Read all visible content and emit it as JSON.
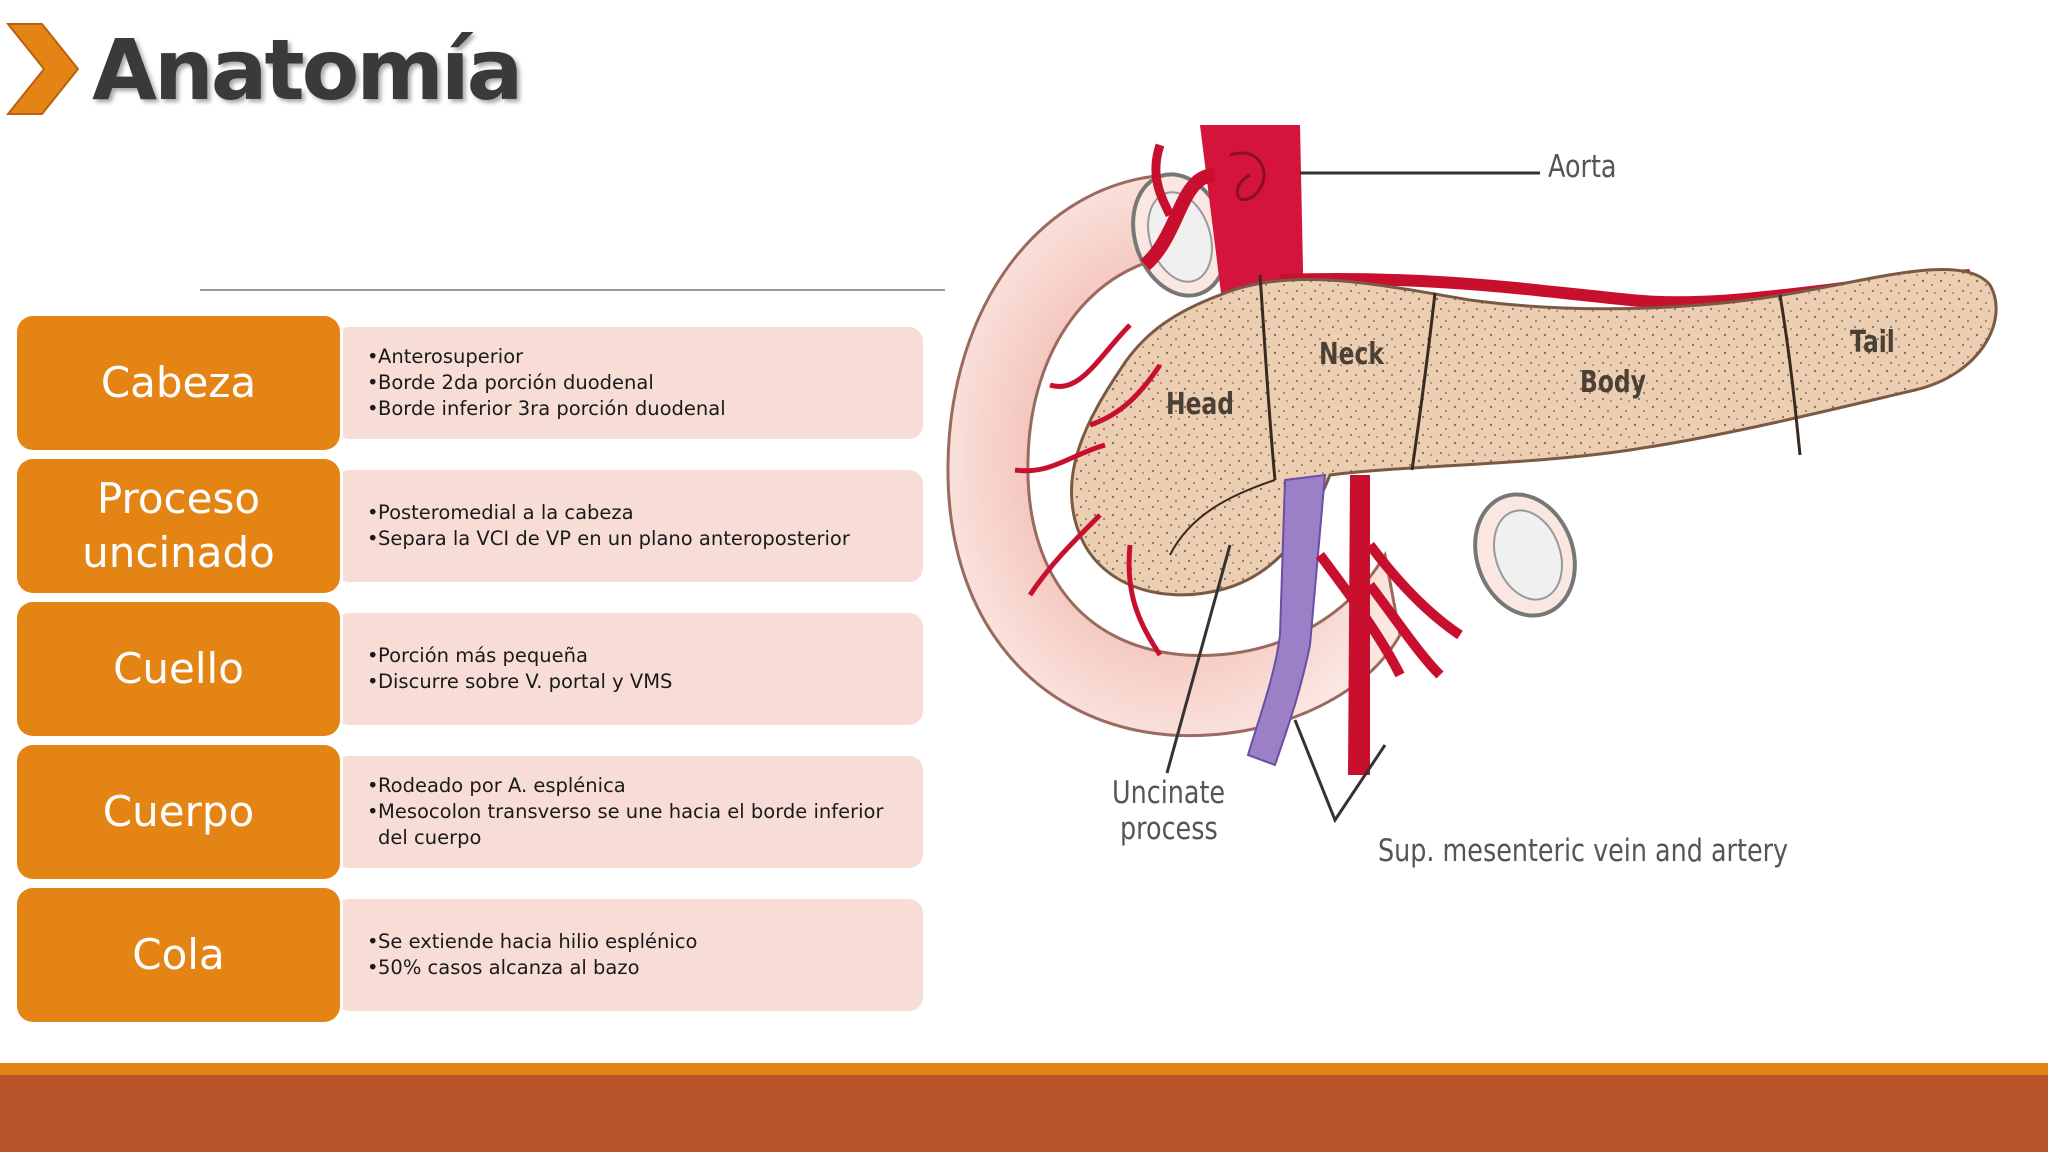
{
  "slide": {
    "title": "Anatomía",
    "accent": "#e48415",
    "label_box_color": "#e48415",
    "desc_box_color": "#f7ddd5",
    "footer_color": "#b8552a"
  },
  "sections": [
    {
      "label": "Cabeza",
      "bullets": [
        "Anterosuperior",
        "Borde 2da porción duodenal",
        "Borde inferior 3ra porción duodenal"
      ]
    },
    {
      "label": "Proceso\nuncinado",
      "bullets": [
        "Posteromedial a la cabeza",
        "Separa la VCI de VP en un plano anteroposterior"
      ]
    },
    {
      "label": "Cuello",
      "bullets": [
        "Porción más pequeña",
        "Discurre sobre V. portal y VMS"
      ]
    },
    {
      "label": "Cuerpo",
      "bullets": [
        "Rodeado por A. esplénica",
        "Mesocolon transverso se une hacia el borde inferior del cuerpo"
      ]
    },
    {
      "label": "Cola",
      "bullets": [
        "Se extiende hacia hilio esplénico",
        "50% casos alcanza al bazo"
      ]
    }
  ],
  "figure": {
    "aorta": "Aorta",
    "head": "Head",
    "neck": "Neck",
    "body": "Body",
    "tail": "Tail",
    "uncinate_line1": "Uncinate",
    "uncinate_line2": "process",
    "sma_smv": "Sup. mesenteric vein and artery"
  }
}
